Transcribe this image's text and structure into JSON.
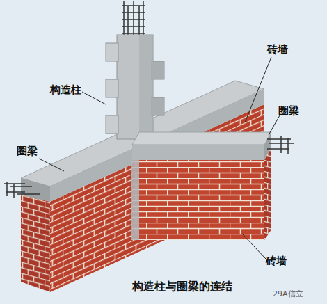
{
  "diagram": {
    "caption": "构造柱与圈梁的连结",
    "labels": [
      "构造柱",
      "砖墙",
      "圈梁",
      "圈梁",
      "砖墙",
      "29A信立"
    ]
  }
}
